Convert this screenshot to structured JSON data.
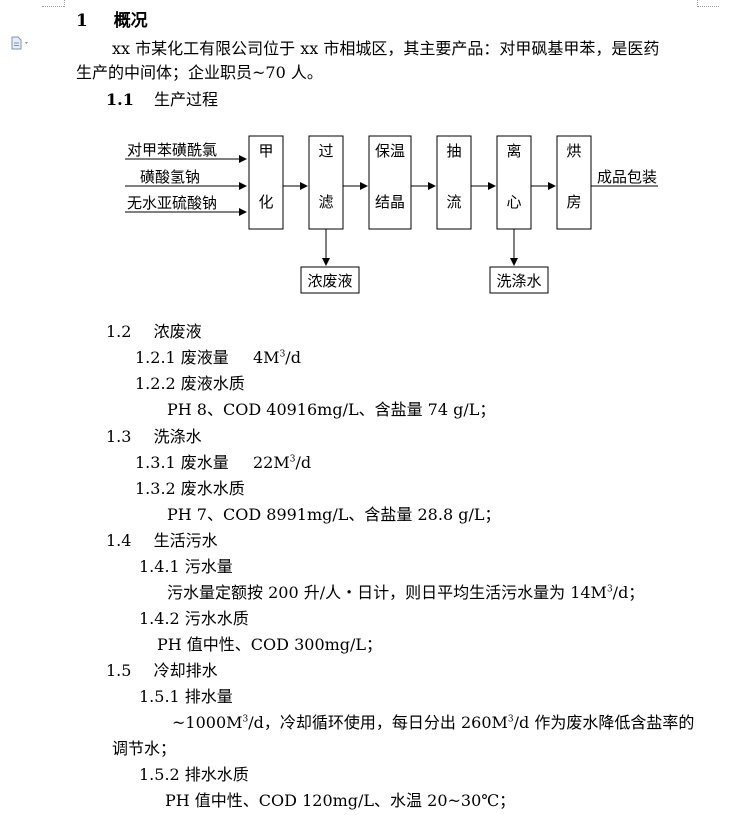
{
  "doc": {
    "heading1": {
      "num": "1",
      "title": "概况"
    },
    "intro_line1": "xx 市某化工有限公司位于 xx 市相城区，其主要产品：对甲砜基甲苯，是医药",
    "intro_line2": "生产的中间体；企业职员~70 人。",
    "s1_1": {
      "num": "1.1",
      "title": "生产过程"
    },
    "flow": {
      "inputs": [
        "对甲苯磺酰氯",
        "磺酸氢钠",
        "无水亚硫酸钠"
      ],
      "steps": [
        {
          "top": "甲",
          "bottom": "化"
        },
        {
          "top": "过",
          "bottom": "滤"
        },
        {
          "top": "保温",
          "bottom": "结晶"
        },
        {
          "top": "抽",
          "bottom": "流"
        },
        {
          "top": "离",
          "bottom": "心"
        },
        {
          "top": "烘",
          "bottom": "房"
        }
      ],
      "output": "成品包装",
      "waste1": "浓废液",
      "waste2": "洗涤水"
    },
    "s1_2": {
      "num": "1.2",
      "title": "浓废液"
    },
    "s1_2_1": {
      "label": "1.2.1 废液量",
      "value": "4M",
      "sup": "3",
      "unit": "/d"
    },
    "s1_2_2": {
      "label": "1.2.2 废液水质"
    },
    "s1_2_2_text": "PH 8、COD 40916mg/L、含盐量 74 g/L；",
    "s1_3": {
      "num": "1.3",
      "title": "洗涤水"
    },
    "s1_3_1": {
      "label": "1.3.1 废水量",
      "value": "22M",
      "sup": "3",
      "unit": "/d"
    },
    "s1_3_2": {
      "label": "1.3.2 废水水质"
    },
    "s1_3_2_text": "PH 7、COD 8991mg/L、含盐量 28.8 g/L；",
    "s1_4": {
      "num": "1.4",
      "title": "生活污水"
    },
    "s1_4_1": {
      "label": "1.4.1 污水量"
    },
    "s1_4_1_text_a": "污水量定额按 200 升/人・日计，则日平均生活污水量为 14M",
    "s1_4_1_sup": "3",
    "s1_4_1_text_b": "/d；",
    "s1_4_2": {
      "label": "1.4.2 污水水质"
    },
    "s1_4_2_text": "PH 值中性、COD 300mg/L；",
    "s1_5": {
      "num": "1.5",
      "title": "冷却排水"
    },
    "s1_5_1": {
      "label": "1.5.1 排水量"
    },
    "s1_5_1_text_a": "~1000M",
    "s1_5_1_sup1": "3",
    "s1_5_1_text_b": "/d，冷却循环使用，每日分出 260M",
    "s1_5_1_sup2": "3",
    "s1_5_1_text_c": "/d 作为废水降低含盐率的",
    "s1_5_1_line2": "调节水；",
    "s1_5_2": {
      "label": "1.5.2 排水水质"
    },
    "s1_5_2_text": "PH 值中性、COD 120mg/L、水温 20~30℃；"
  }
}
